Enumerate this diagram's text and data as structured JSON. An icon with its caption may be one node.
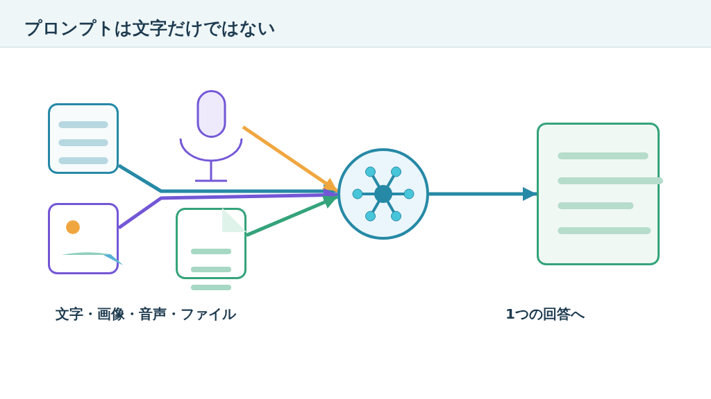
{
  "diagram": {
    "title": "プロンプトは文字だけではない",
    "nodes": [
      {
        "text": [],
        "shape": "document"
      },
      {
        "text": [],
        "shape": "microphone"
      },
      {
        "text": [],
        "shape": "image"
      },
      {
        "text": [],
        "shape": "file"
      },
      {
        "text": [],
        "shape": "circle"
      },
      {
        "text": [],
        "shape": "document"
      }
    ],
    "edges": [
      {
        "from": 0,
        "to": 4,
        "arrow": "to"
      },
      {
        "from": 1,
        "to": 4,
        "arrow": "to",
        "color": "#f0a63f"
      },
      {
        "from": 2,
        "to": 4,
        "arrow": "to",
        "color": "#7357d6"
      },
      {
        "from": 3,
        "to": 4,
        "arrow": "to",
        "color": "#34a37a"
      },
      {
        "from": 4,
        "to": 5,
        "arrow": "to"
      }
    ],
    "labels": [
      "文字・画像・音声・ファイル",
      "1つの回答へ"
    ]
  }
}
